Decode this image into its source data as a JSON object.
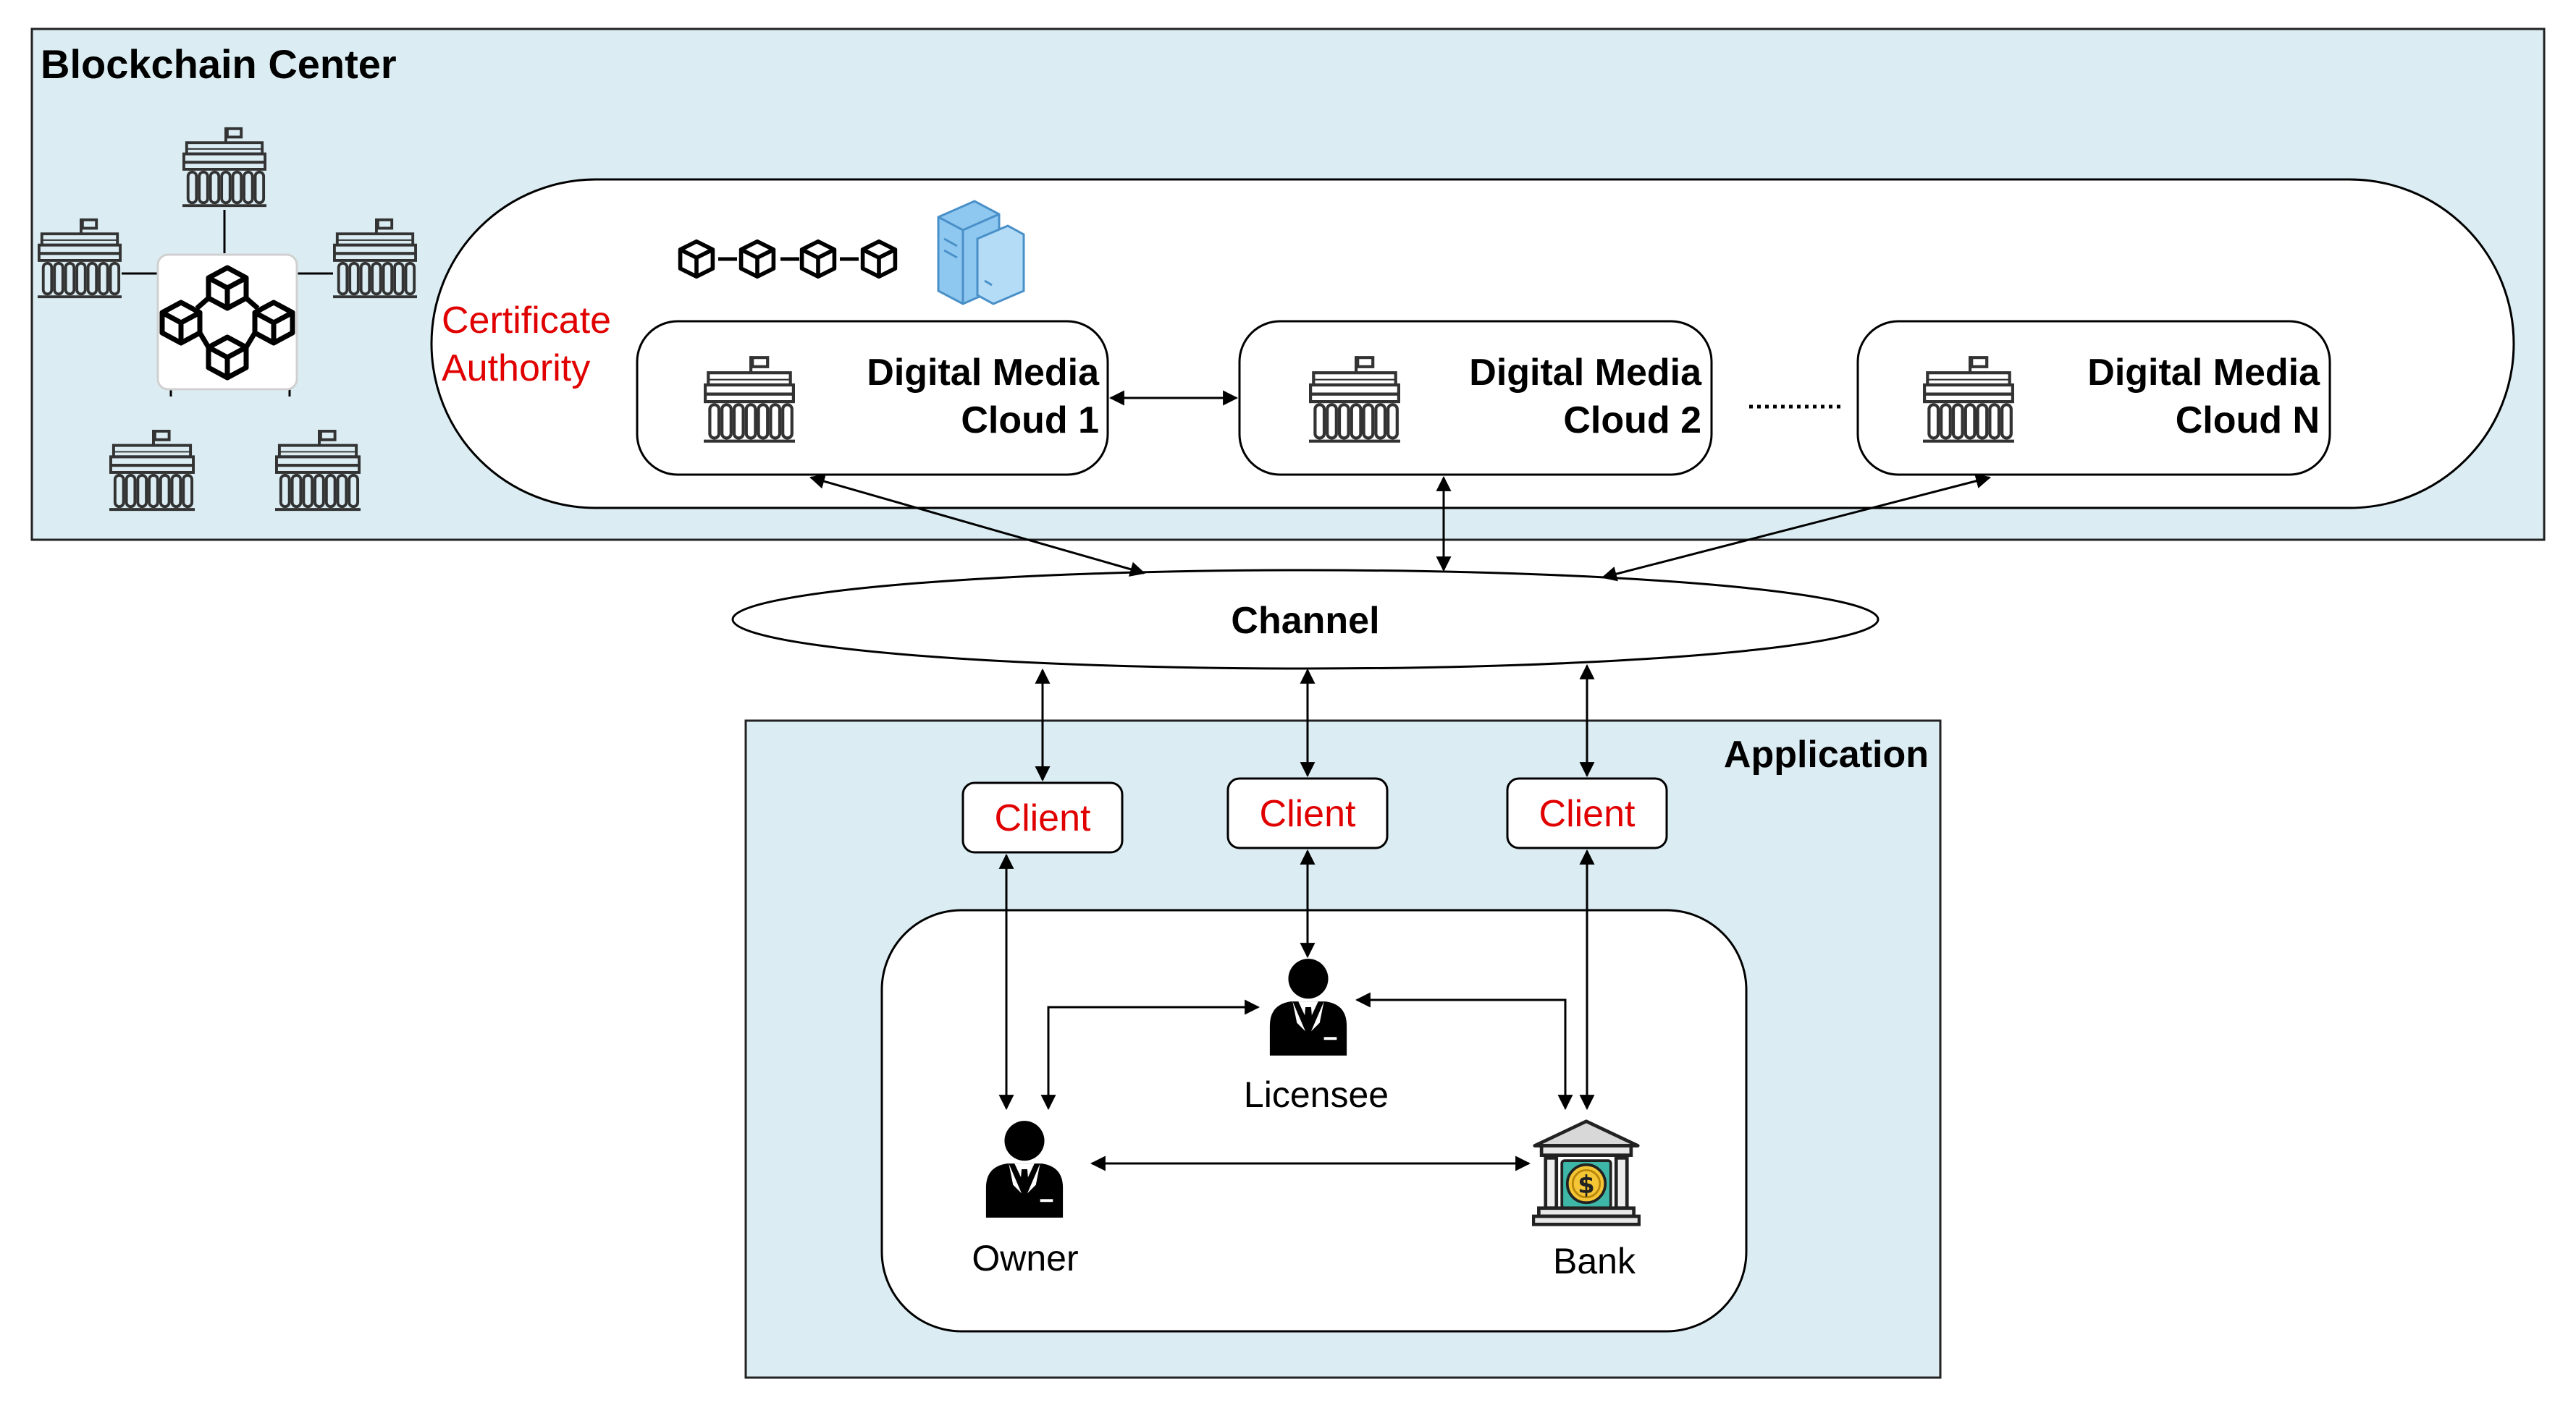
{
  "blockchain_center": {
    "title": "Blockchain Center",
    "certificate_authority_line1": "Certificate",
    "certificate_authority_line2": "Authority",
    "clouds": [
      {
        "line1": "Digital Media",
        "line2": "Cloud 1"
      },
      {
        "line1": "Digital Media",
        "line2": "Cloud 2"
      },
      {
        "line1": "Digital Media",
        "line2": "Cloud N"
      }
    ]
  },
  "channel": {
    "label": "Channel"
  },
  "application": {
    "title": "Application",
    "clients": [
      "Client",
      "Client",
      "Client"
    ],
    "roles": {
      "owner": "Owner",
      "licensee": "Licensee",
      "bank": "Bank"
    }
  },
  "colors": {
    "panel_fill": "#dbedf3",
    "accent_red": "#e00000",
    "server_blue": "#8ec8f0"
  },
  "icons": [
    "building-icon",
    "blockchain-network-icon",
    "block-chain-icon",
    "server-icon",
    "person-icon",
    "bank-icon"
  ]
}
